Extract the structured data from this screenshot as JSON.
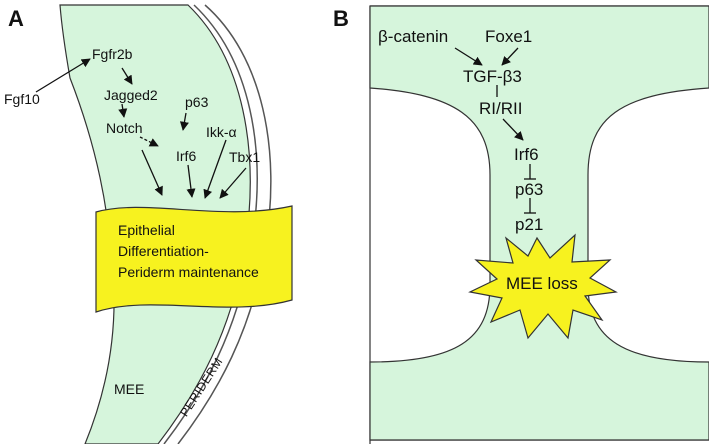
{
  "panel_a": {
    "letter": "A",
    "labels": {
      "fgf10": "Fgf10",
      "fgfr2b": "Fgfr2b",
      "jagged2": "Jagged2",
      "notch": "Notch",
      "p63": "p63",
      "irf6": "Irf6",
      "ikk_alpha": "Ikk-α",
      "tbx1": "Tbx1",
      "box_line1": "Epithelial",
      "box_line2": "Differentiation-",
      "box_line3": "Periderm maintenance",
      "mee": "MEE",
      "periderm": "PERIDERM"
    }
  },
  "panel_b": {
    "letter": "B",
    "labels": {
      "beta_catenin": "β-catenin",
      "foxe1": "Foxe1",
      "tgf_beta3": "TGF-β3",
      "ri_rii": "RI/RII",
      "irf6": "Irf6",
      "p63": "p63",
      "p21": "p21",
      "mee_loss": "MEE loss"
    }
  },
  "colors": {
    "tissue": "#d6f5dc",
    "box": "#f7f21f",
    "outline": "#333333"
  }
}
